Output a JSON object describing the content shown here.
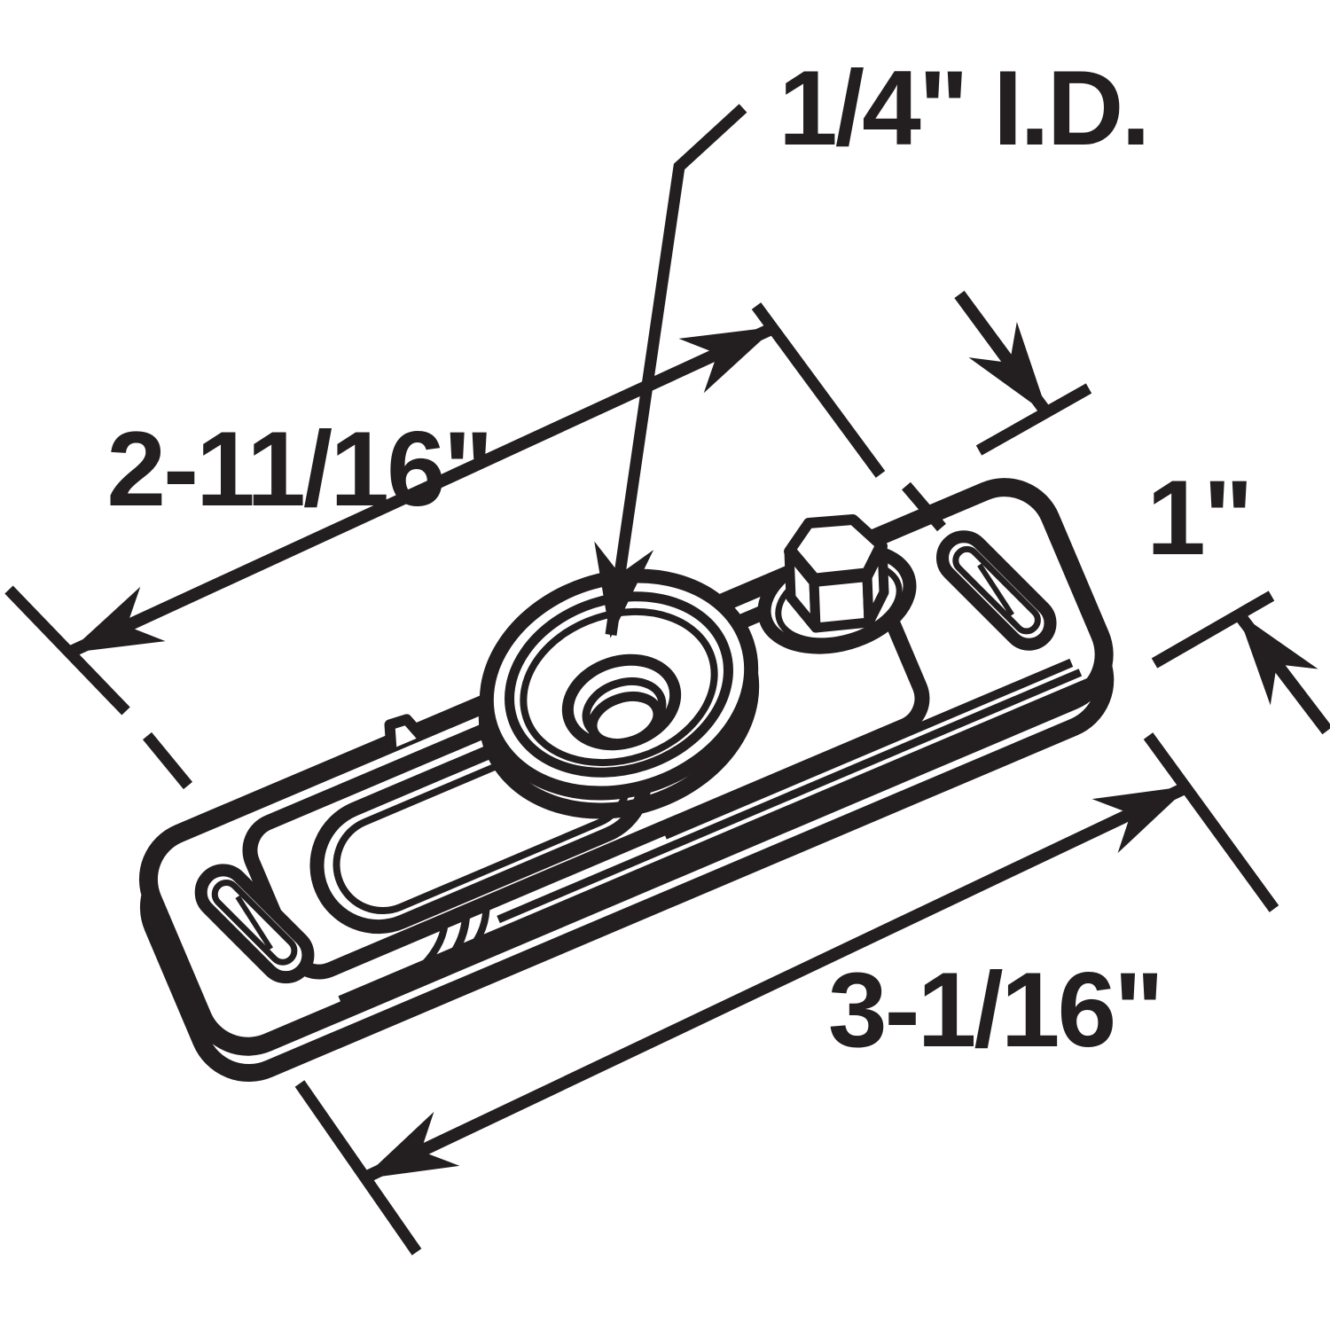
{
  "drawing": {
    "labels": {
      "inner_diameter": "1/4\" I.D.",
      "upper_length": "2-11/16\"",
      "width": "1\"",
      "lower_length": "3-1/16\""
    },
    "colors": {
      "line": "#231f20",
      "background": "#ffffff"
    }
  }
}
